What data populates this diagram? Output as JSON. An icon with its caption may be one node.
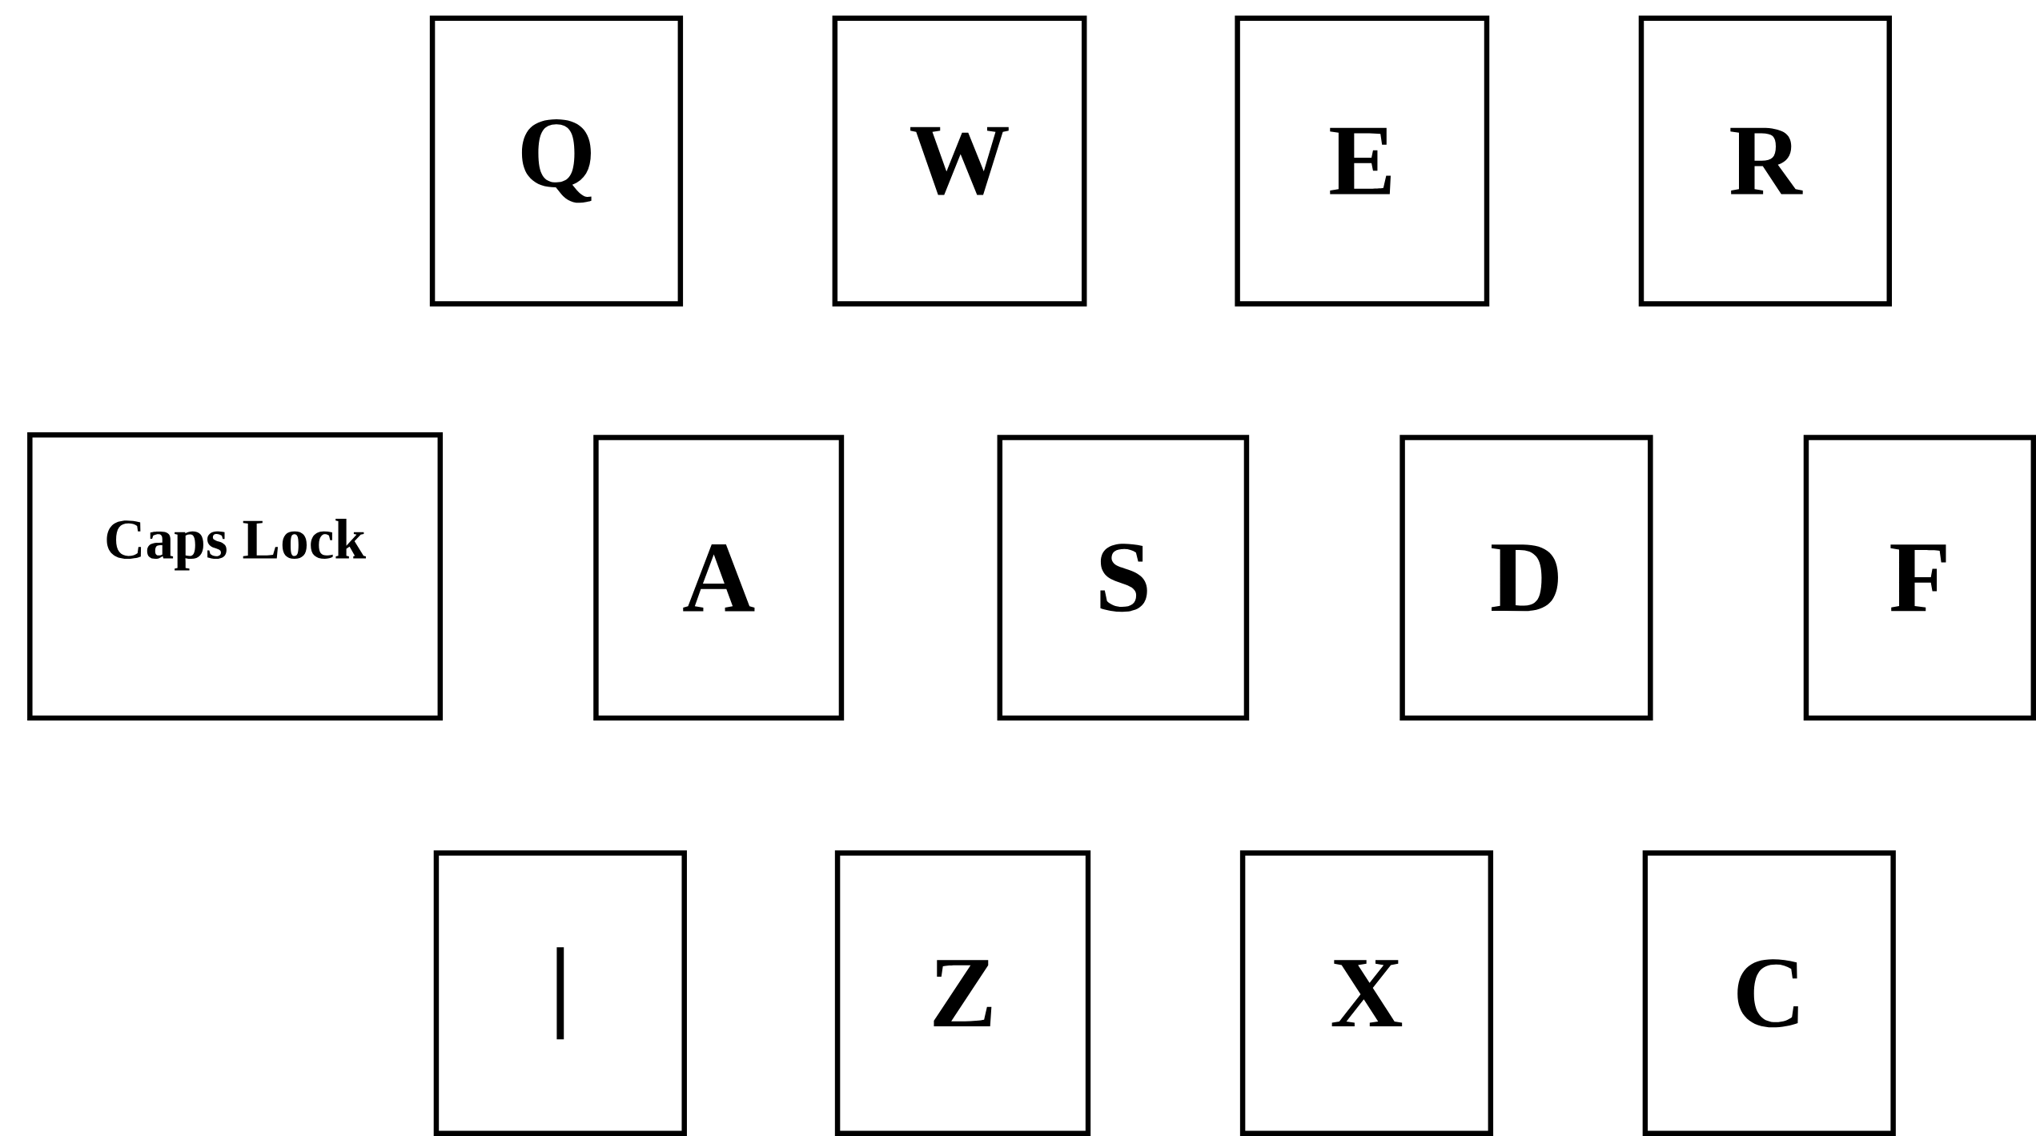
{
  "diagram": {
    "nodes": [
      {
        "text": [
          "Q"
        ]
      },
      {
        "text": [
          "W"
        ]
      },
      {
        "text": [
          "E"
        ]
      },
      {
        "text": [
          "R"
        ]
      },
      {
        "text": [
          "Caps Lock"
        ]
      },
      {
        "text": [
          "A"
        ]
      },
      {
        "text": [
          "S"
        ]
      },
      {
        "text": [
          "D"
        ]
      },
      {
        "text": [
          "F"
        ]
      },
      {
        "text": [
          "|"
        ]
      },
      {
        "text": [
          "Z"
        ]
      },
      {
        "text": [
          "X"
        ]
      },
      {
        "text": [
          "C"
        ]
      }
    ]
  }
}
